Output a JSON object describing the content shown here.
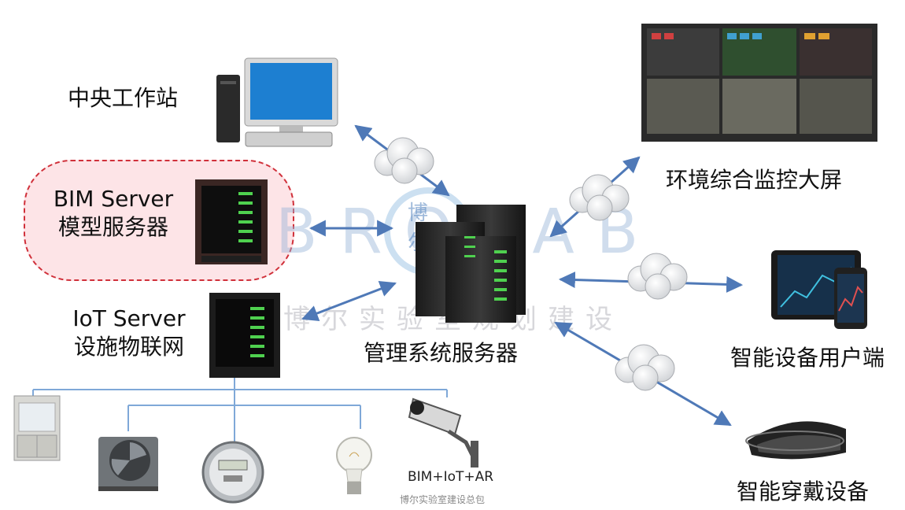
{
  "nodes": {
    "central_workstation": "中央工作站",
    "bim_server_en": "BIM Server",
    "bim_server_cn": "模型服务器",
    "iot_server_en": "IoT Server",
    "iot_server_cn": "设施物联网",
    "management_server": "管理系统服务器",
    "monitoring_screen": "环境综合监控大屏",
    "smart_device_client": "智能设备用户端",
    "smart_wearable": "智能穿戴设备"
  },
  "bottom": {
    "bim_iot_ar": "BIM+IoT+AR",
    "caption": "博尔实验室建设总包"
  },
  "watermark": {
    "brand": "BROLAB",
    "circle_chars": [
      "博",
      "尔"
    ],
    "registered": "®",
    "slogan": "博尔实验室规划建设"
  },
  "colors": {
    "arrow": "#4f79b7",
    "bim_box_border": "#d0303a",
    "bim_box_fill": "#fde4e7",
    "tree_line": "#7fa8d8",
    "led_green": "#4fd14f"
  },
  "icons": {
    "desktop": "desktop-computer-icon",
    "server": "server-rack-icon",
    "cloud": "cloud-icon",
    "monitor_wall": "monitor-wall-icon",
    "tablet_phone": "tablet-phone-icon",
    "headset": "ar-headset-icon",
    "fume_hood": "fume-hood-icon",
    "fan": "ventilation-fan-icon",
    "meter": "electric-meter-icon",
    "bulb": "light-bulb-icon",
    "camera": "security-camera-icon"
  }
}
